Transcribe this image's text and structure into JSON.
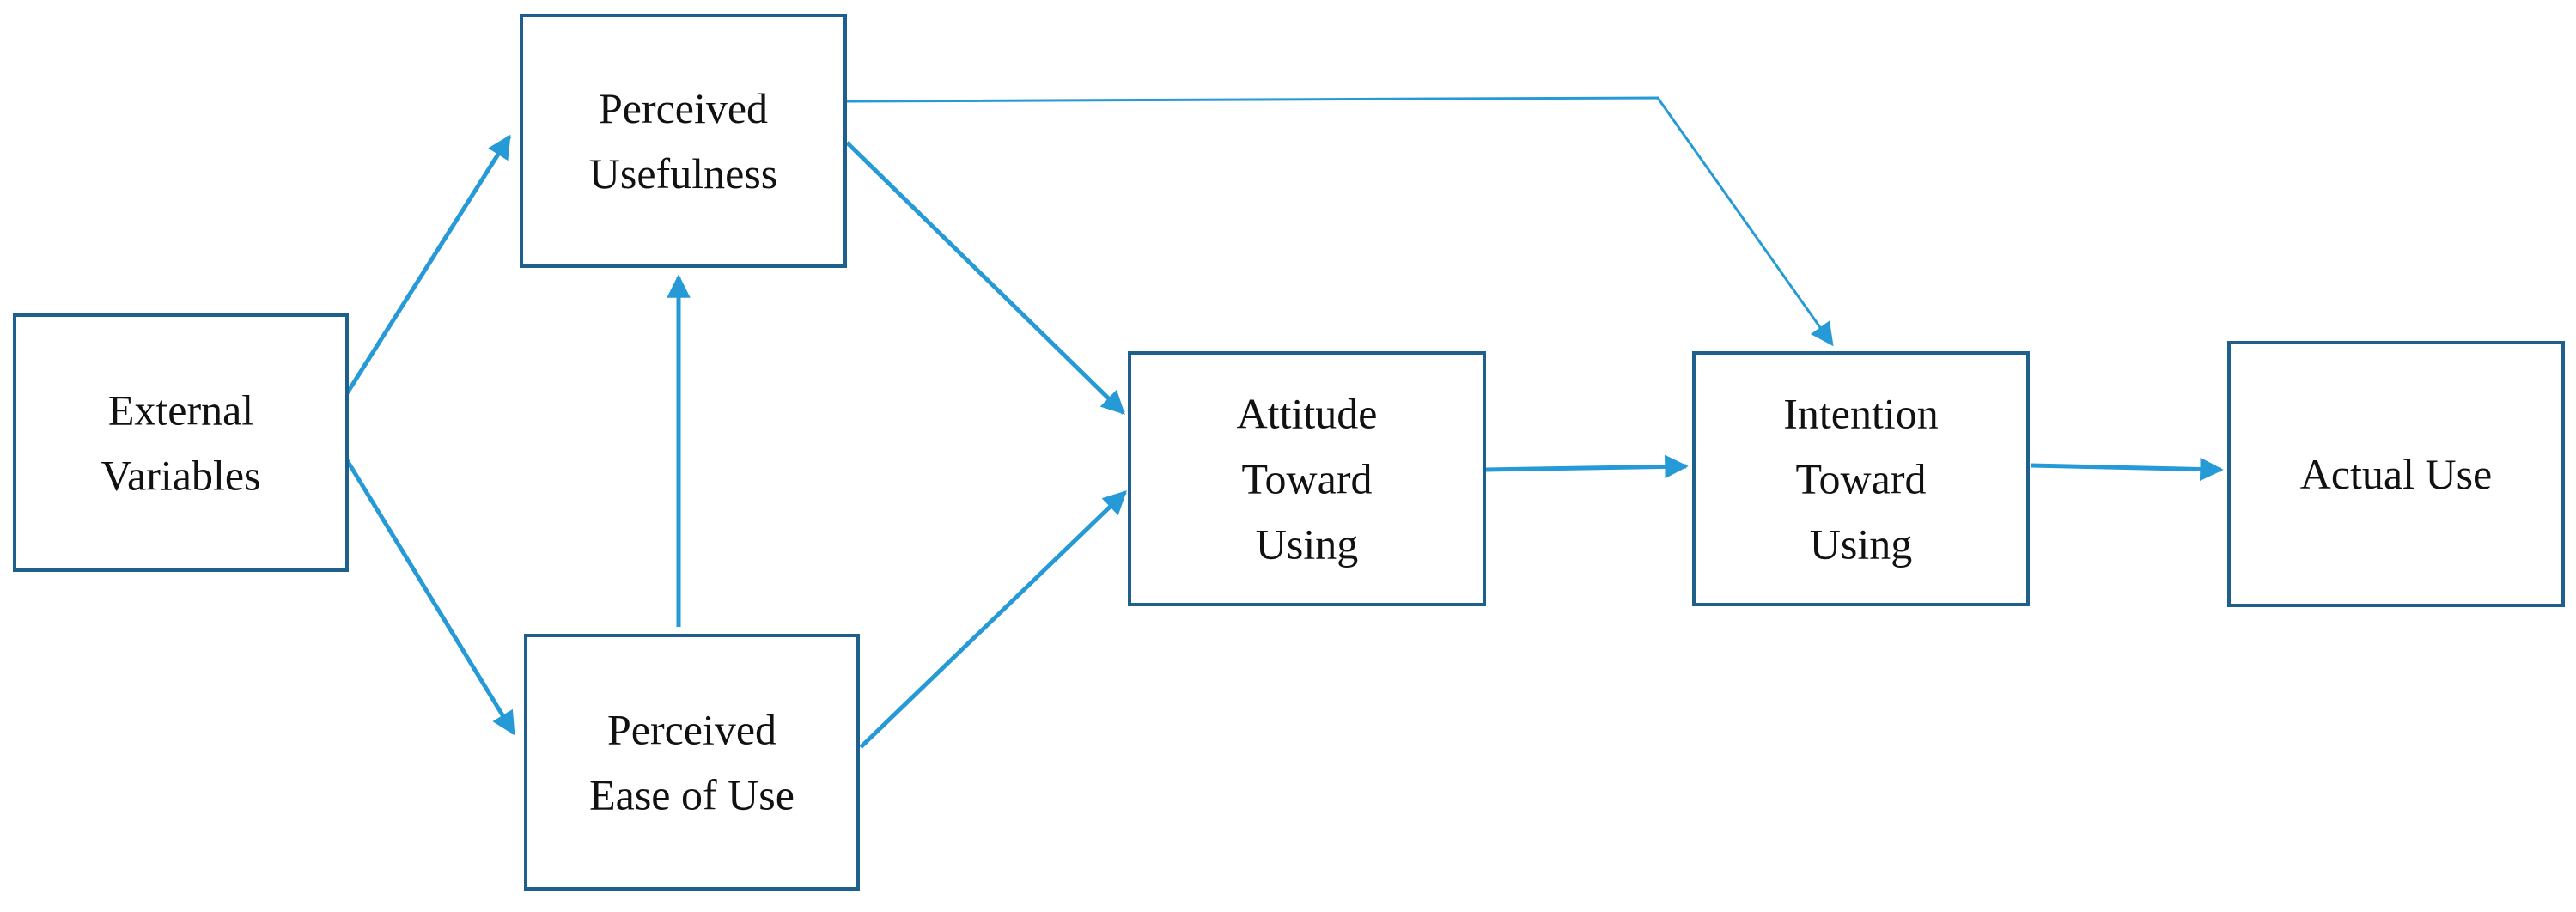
{
  "diagram": {
    "nodes": [
      {
        "id": "external-variables",
        "lines": [
          "External",
          "Variables"
        ]
      },
      {
        "id": "perceived-usefulness",
        "lines": [
          "Perceived",
          "Usefulness"
        ]
      },
      {
        "id": "perceived-ease-of-use",
        "lines": [
          "Perceived",
          "Ease of Use"
        ]
      },
      {
        "id": "attitude-toward-using",
        "lines": [
          "Attitude",
          "Toward",
          "Using"
        ]
      },
      {
        "id": "intention-toward-using",
        "lines": [
          "Intention",
          "Toward",
          "Using"
        ]
      },
      {
        "id": "actual-use",
        "lines": [
          "Actual Use"
        ]
      }
    ],
    "edges": [
      {
        "from": "external-variables",
        "to": "perceived-usefulness"
      },
      {
        "from": "external-variables",
        "to": "perceived-ease-of-use"
      },
      {
        "from": "perceived-ease-of-use",
        "to": "perceived-usefulness"
      },
      {
        "from": "perceived-usefulness",
        "to": "attitude-toward-using"
      },
      {
        "from": "perceived-ease-of-use",
        "to": "attitude-toward-using"
      },
      {
        "from": "perceived-usefulness",
        "to": "intention-toward-using"
      },
      {
        "from": "attitude-toward-using",
        "to": "intention-toward-using"
      },
      {
        "from": "intention-toward-using",
        "to": "actual-use"
      }
    ],
    "colors": {
      "box_border": "#1f5f8b",
      "arrow": "#259ad6",
      "text": "#111111",
      "background": "#ffffff"
    }
  }
}
